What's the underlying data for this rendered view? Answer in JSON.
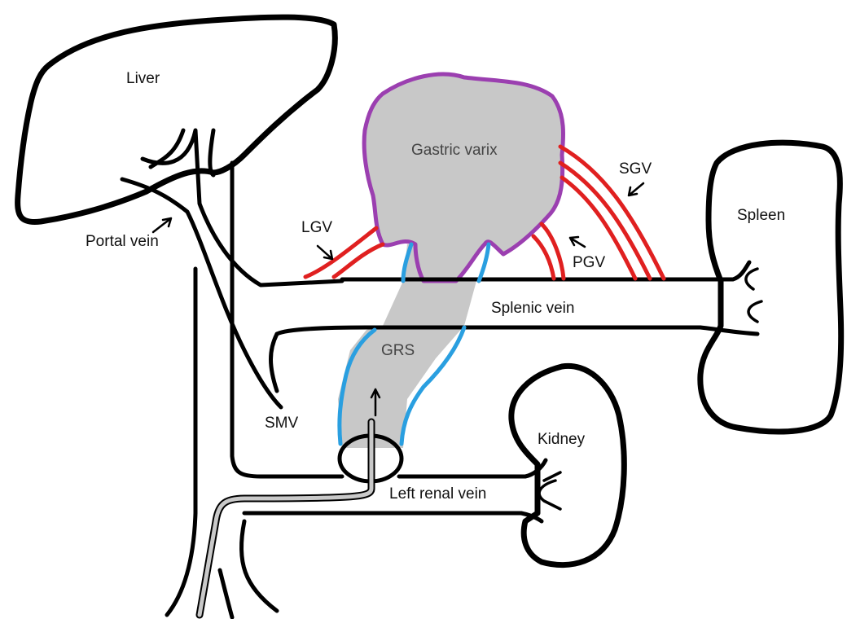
{
  "labels": {
    "liver": "Liver",
    "portal_vein": "Portal vein",
    "gastric_varix": "Gastric varix",
    "lgv": "LGV",
    "sgv": "SGV",
    "pgv": "PGV",
    "spleen": "Spleen",
    "splenic_vein": "Splenic vein",
    "grs": "GRS",
    "smv": "SMV",
    "kidney": "Kidney",
    "left_renal_vein": "Left renal vein"
  },
  "colors": {
    "outline": "#000000",
    "varix_fill": "#c8c8c8",
    "varix_border": "#9b3fb0",
    "red_collaterals": "#e02020",
    "grs_border": "#2a9fe0",
    "catheter": "#888888"
  }
}
